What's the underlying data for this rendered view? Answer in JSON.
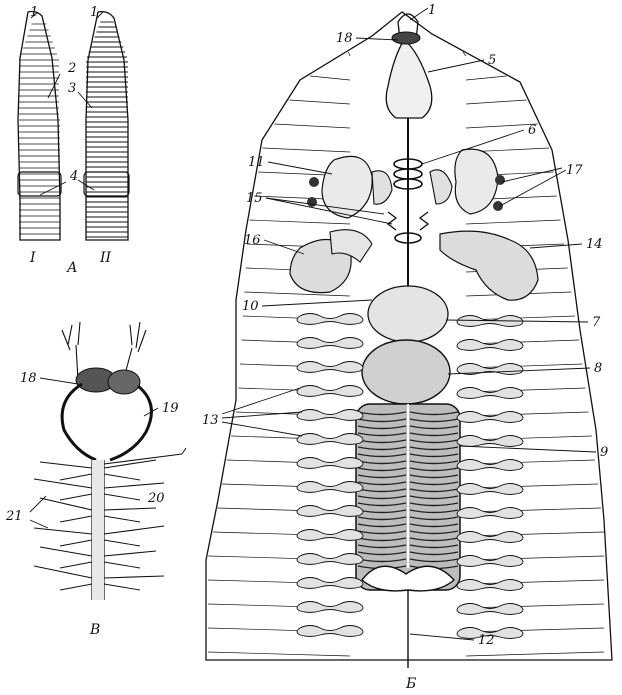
{
  "figure": {
    "panel_a": {
      "caption": "А",
      "worm_i_label": "I",
      "worm_ii_label": "II",
      "labels": [
        "1",
        "1",
        "2",
        "3",
        "4"
      ]
    },
    "panel_b": {
      "caption": "Б",
      "labels": [
        "1",
        "18",
        "5",
        "6",
        "11",
        "17",
        "15",
        "16",
        "14",
        "10",
        "7",
        "8",
        "13",
        "9",
        "12"
      ]
    },
    "panel_v": {
      "caption": "В",
      "labels": [
        "18",
        "19",
        "21",
        "20"
      ]
    }
  }
}
